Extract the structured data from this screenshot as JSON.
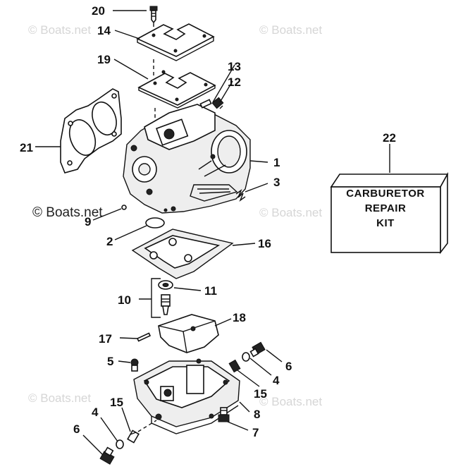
{
  "callouts": {
    "c1": "1",
    "c2": "2",
    "c3": "3",
    "c4a": "4",
    "c4b": "4",
    "c5": "5",
    "c6a": "6",
    "c6b": "6",
    "c7": "7",
    "c8": "8",
    "c9": "9",
    "c10": "10",
    "c11": "11",
    "c12": "12",
    "c13": "13",
    "c14": "14",
    "c15a": "15",
    "c15b": "15",
    "c16": "16",
    "c17": "17",
    "c18": "18",
    "c19": "19",
    "c20": "20",
    "c21": "21",
    "c22": "22"
  },
  "kit": {
    "line1": "CARBURETOR",
    "line2": "REPAIR",
    "line3": "KIT"
  },
  "watermarks": {
    "mark": "© Boats.net"
  }
}
